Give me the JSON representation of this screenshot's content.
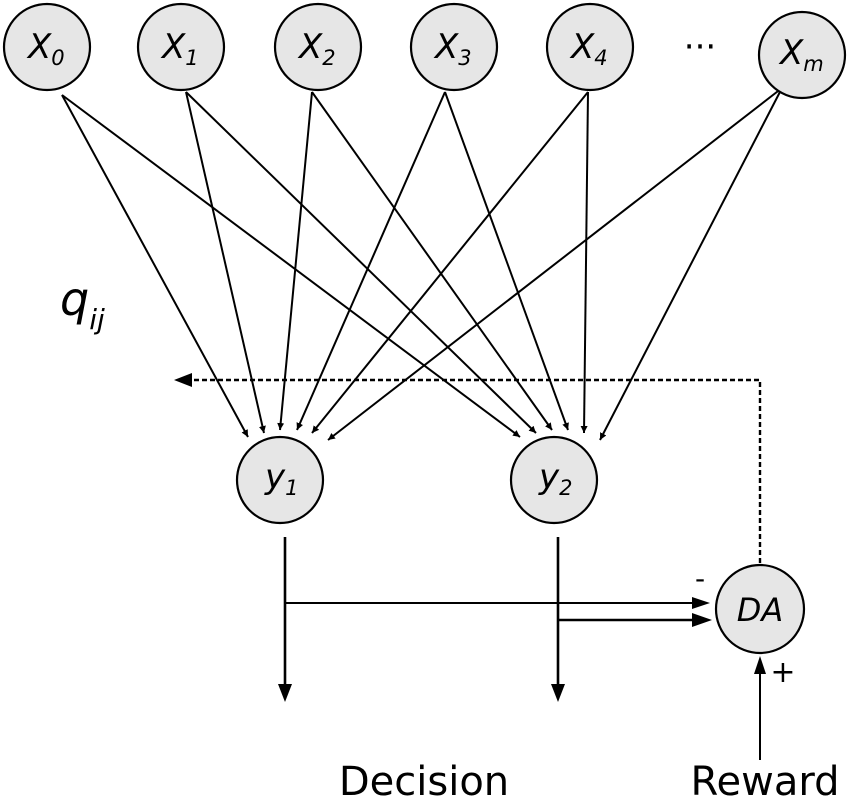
{
  "inputs": [
    {
      "main": "X",
      "sub": "0"
    },
    {
      "main": "X",
      "sub": "1"
    },
    {
      "main": "X",
      "sub": "2"
    },
    {
      "main": "X",
      "sub": "3"
    },
    {
      "main": "X",
      "sub": "4"
    },
    {
      "main": "X",
      "sub": "m"
    }
  ],
  "ellipsis": "···",
  "outputs": [
    {
      "main": "y",
      "sub": "1"
    },
    {
      "main": "y",
      "sub": "2"
    }
  ],
  "weight_label": {
    "main": "q",
    "sub": "ij"
  },
  "da_node": {
    "label": "DA",
    "minus_sign": "-",
    "plus_sign": "+"
  },
  "labels": {
    "decision": "Decision",
    "reward": "Reward"
  }
}
